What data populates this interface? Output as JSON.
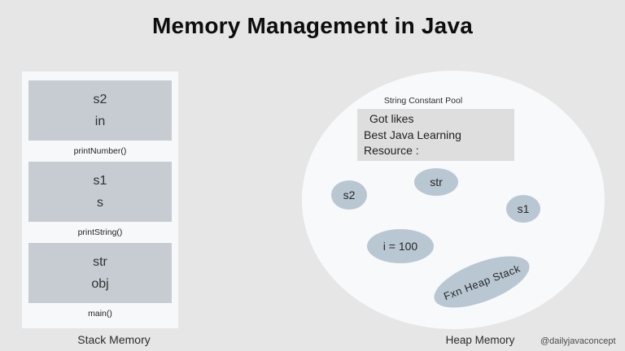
{
  "title": "Memory Management in Java",
  "colors": {
    "background": "#e7e6e6",
    "stack_panel": "#f7f8fa",
    "frame_box": "#c6ccd1",
    "heap_fill": "#f7f9fb",
    "pool_box": "#dedede",
    "object_ellipse": "#b9c7d3"
  },
  "stack": {
    "label": "Stack Memory",
    "frames": [
      {
        "vars": [
          "s2",
          "in"
        ],
        "method": "printNumber()"
      },
      {
        "vars": [
          "s1",
          "s"
        ],
        "method": "printString()"
      },
      {
        "vars": [
          "str",
          "obj"
        ],
        "method": "main()"
      }
    ]
  },
  "heap": {
    "label": "Heap Memory",
    "string_constant_pool": {
      "label": "String Constant Pool",
      "lines": [
        "Got likes",
        "Best Java Learning",
        "Resource :"
      ]
    },
    "objects": [
      {
        "label": "s2"
      },
      {
        "label": "str"
      },
      {
        "label": "s1"
      },
      {
        "label": "i = 100"
      },
      {
        "label": "Fxn Heap Stack"
      }
    ]
  },
  "watermark": "@dailyjavaconcept"
}
